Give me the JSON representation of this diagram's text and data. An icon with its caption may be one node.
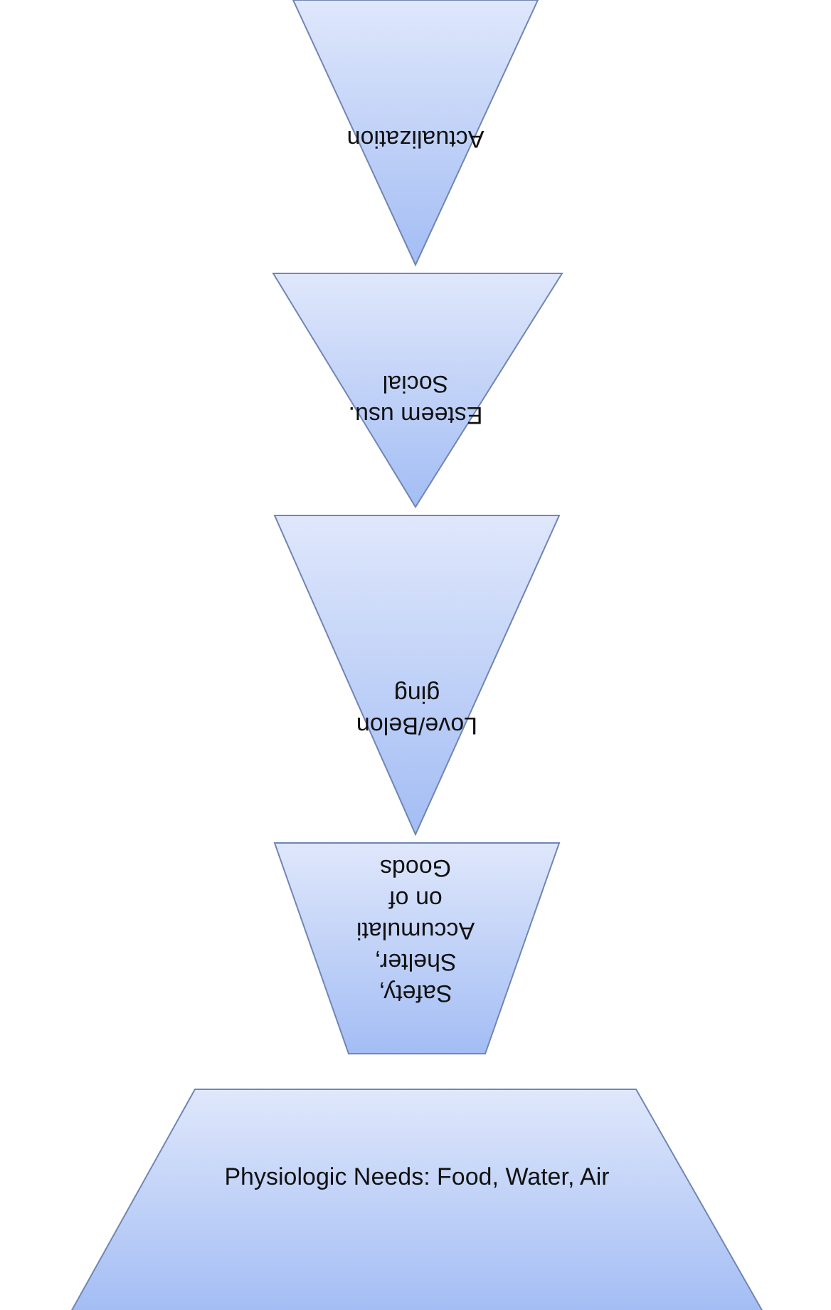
{
  "diagram": {
    "nodes": [
      {
        "text": [
          "Actualization"
        ]
      },
      {
        "text": [
          "Esteem usu. Social"
        ]
      },
      {
        "text": [
          "Love/Belonging"
        ]
      },
      {
        "text": [
          "Safety, Shelter, Accumulation of Goods"
        ]
      },
      {
        "text": [
          "Physiologic Needs: Food, Water, Air"
        ]
      }
    ]
  }
}
